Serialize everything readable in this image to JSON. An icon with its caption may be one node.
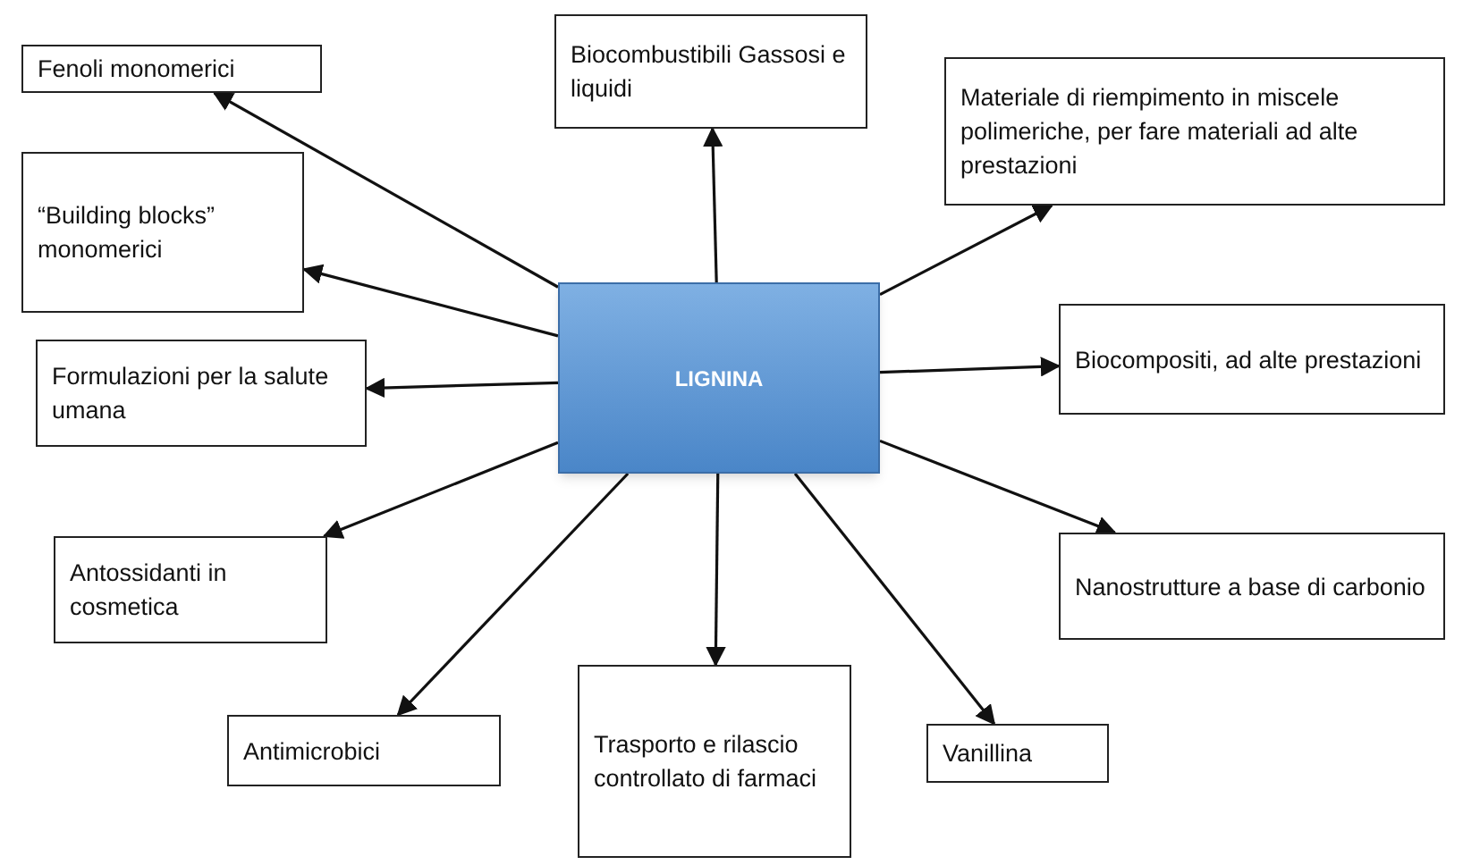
{
  "diagram": {
    "nodes": [
      {
        "text": [
          "LIGNINA"
        ]
      },
      {
        "text": [
          "Fenoli monomerici"
        ]
      },
      {
        "text": [
          "“Building blocks” monomerici"
        ]
      },
      {
        "text": [
          "Formulazioni  per la salute umana"
        ]
      },
      {
        "text": [
          "Antossidanti in cosmetica"
        ]
      },
      {
        "text": [
          "Antimicrobici"
        ]
      },
      {
        "text": [
          "Biocombustibili Gassosi e liquidi"
        ]
      },
      {
        "text": [
          "Materiale di riempimento  in miscele polimeriche, per fare materiali ad alte prestazioni"
        ]
      },
      {
        "text": [
          "Biocompositi, ad alte prestazioni"
        ]
      },
      {
        "text": [
          "Nanostrutture a base di carbonio"
        ]
      },
      {
        "text": [
          "Trasporto e rilascio controllato di farmaci"
        ]
      },
      {
        "text": [
          "Vanillina"
        ]
      }
    ],
    "edges": [
      {
        "from": 0,
        "to": 1,
        "arrow": "to"
      },
      {
        "from": 0,
        "to": 2,
        "arrow": "to"
      },
      {
        "from": 0,
        "to": 3,
        "arrow": "to"
      },
      {
        "from": 0,
        "to": 4,
        "arrow": "to"
      },
      {
        "from": 0,
        "to": 5,
        "arrow": "to"
      },
      {
        "from": 0,
        "to": 6,
        "arrow": "to"
      },
      {
        "from": 0,
        "to": 7,
        "arrow": "to"
      },
      {
        "from": 0,
        "to": 8,
        "arrow": "to"
      },
      {
        "from": 0,
        "to": 9,
        "arrow": "to"
      },
      {
        "from": 0,
        "to": 10,
        "arrow": "to"
      },
      {
        "from": 0,
        "to": 11,
        "arrow": "to"
      }
    ]
  }
}
